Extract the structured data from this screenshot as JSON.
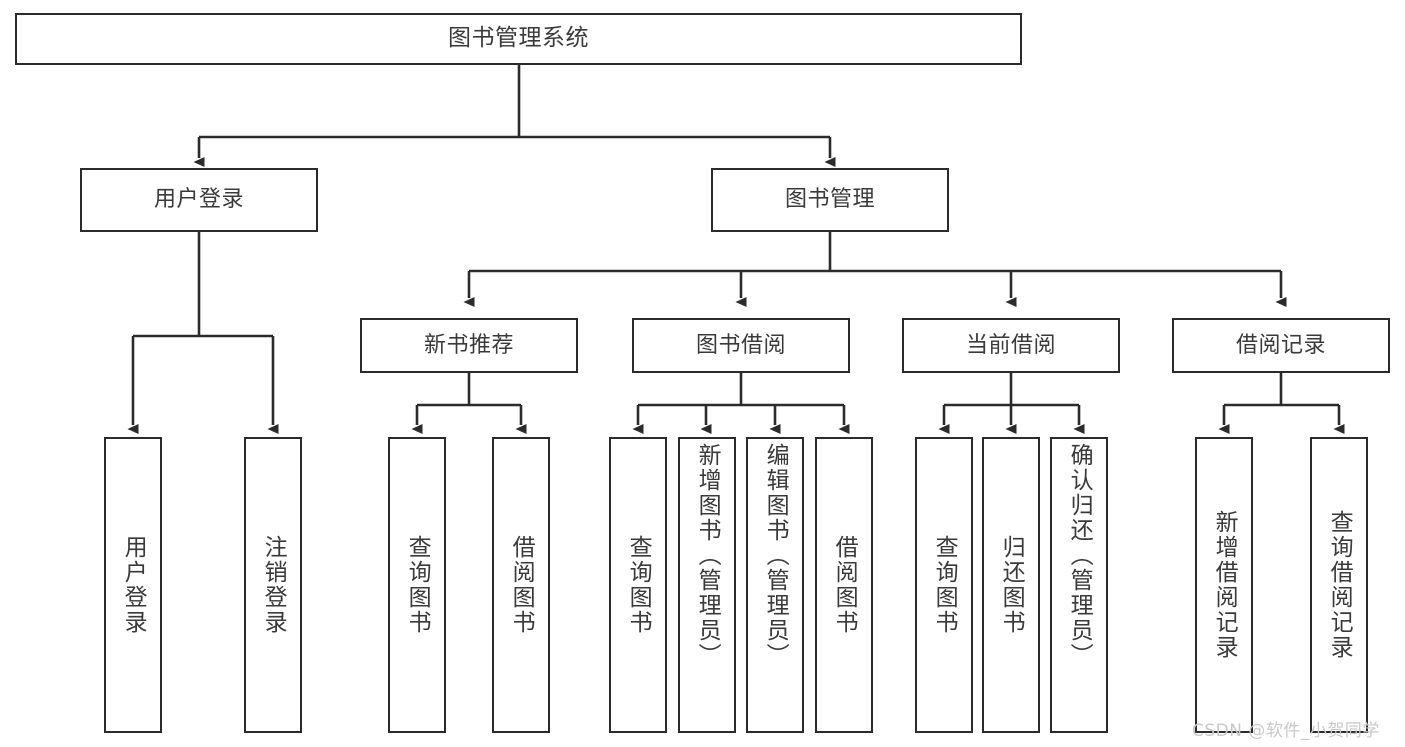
{
  "diagram": {
    "title": "图书管理系统",
    "type": "功能结构图",
    "colors": {
      "stroke": "#2b2b2b",
      "text": "#3a3a3a",
      "background": "#ffffff",
      "watermark": "#c9c9c9"
    },
    "root": {
      "label": "图书管理系统"
    },
    "level2": [
      {
        "id": "user-login",
        "label": "用户登录"
      },
      {
        "id": "book-management",
        "label": "图书管理"
      }
    ],
    "level3": [
      {
        "id": "new-book-recommend",
        "label": "新书推荐"
      },
      {
        "id": "book-borrow",
        "label": "图书借阅"
      },
      {
        "id": "current-borrow",
        "label": "当前借阅"
      },
      {
        "id": "borrow-record",
        "label": "借阅记录"
      }
    ],
    "leaves": {
      "user_login": [
        {
          "id": "leaf-user-login",
          "label": "用户登录"
        },
        {
          "id": "leaf-logout-login",
          "label": "注销登录"
        }
      ],
      "new_book_recommend": [
        {
          "id": "leaf-query-book-1",
          "label": "查询图书"
        },
        {
          "id": "leaf-borrow-book-1",
          "label": "借阅图书"
        }
      ],
      "book_borrow": [
        {
          "id": "leaf-query-book-2",
          "label": "查询图书"
        },
        {
          "id": "leaf-add-book",
          "label": "新增图书（管理员）"
        },
        {
          "id": "leaf-edit-book",
          "label": "编辑图书（管理员）"
        },
        {
          "id": "leaf-borrow-book-2",
          "label": "借阅图书"
        }
      ],
      "current_borrow": [
        {
          "id": "leaf-query-book-3",
          "label": "查询图书"
        },
        {
          "id": "leaf-return-book",
          "label": "归还图书"
        },
        {
          "id": "leaf-confirm-return",
          "label": "确认归还（管理员）"
        }
      ],
      "borrow_record": [
        {
          "id": "leaf-add-record",
          "label": "新增借阅记录"
        },
        {
          "id": "leaf-query-record",
          "label": "查询借阅记录"
        }
      ]
    }
  },
  "watermark": {
    "text": "CSDN @软件_小贺同学"
  }
}
